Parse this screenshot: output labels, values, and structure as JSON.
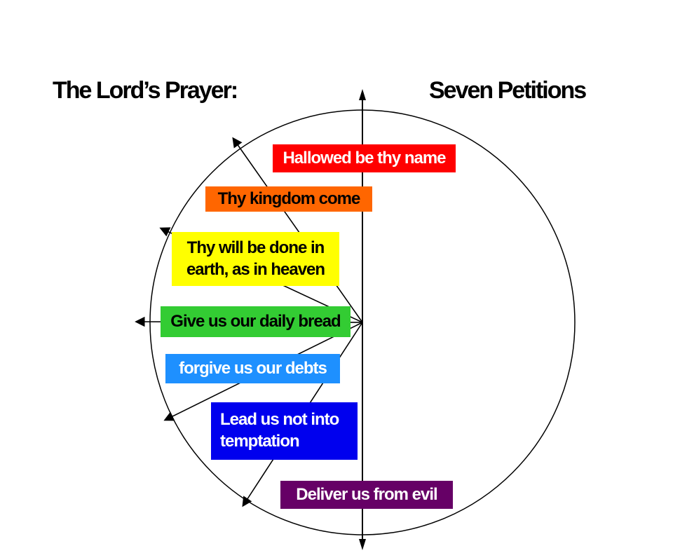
{
  "titles": {
    "left": "The Lord’s Prayer:",
    "right": "Seven Petitions"
  },
  "petitions": [
    {
      "label": "Hallowed be thy name",
      "bg": "#ff0000",
      "fg": "#ffffff"
    },
    {
      "label": "Thy kingdom come",
      "bg": "#ff6600",
      "fg": "#000000"
    },
    {
      "label": "Thy will be done in earth, as in heaven",
      "bg": "#ffff00",
      "fg": "#000000"
    },
    {
      "label": "Give us our daily bread",
      "bg": "#33cc33",
      "fg": "#000000"
    },
    {
      "label": "forgive us our debts",
      "bg": "#1e90ff",
      "fg": "#ffffff"
    },
    {
      "label": "Lead us not into temptation",
      "bg": "#0000ee",
      "fg": "#ffffff"
    },
    {
      "label": "Deliver us from evil",
      "bg": "#660066",
      "fg": "#ffffff"
    }
  ],
  "diagram": {
    "line_color": "#000000"
  }
}
